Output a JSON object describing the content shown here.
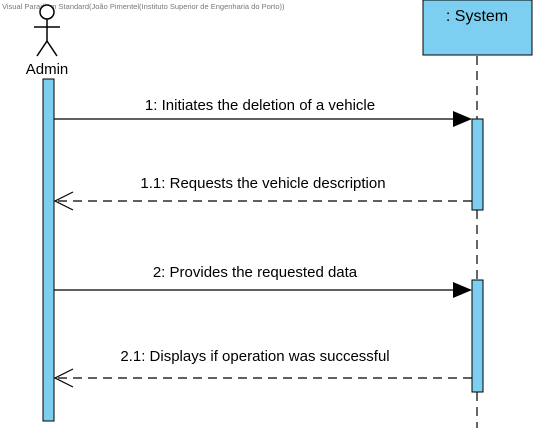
{
  "watermark": "Visual Paradigm Standard(João Pimentel(Instituto Superior de Engenharia do Porto))",
  "actor": {
    "name": "Admin",
    "icon": "stick-figure-icon"
  },
  "system": {
    "name": ": System"
  },
  "messages": [
    {
      "id": "1",
      "text": "1: Initiates the deletion of a vehicle",
      "kind": "sync-call",
      "from": "Admin",
      "to": ": System"
    },
    {
      "id": "1.1",
      "text": "1.1: Requests the vehicle description",
      "kind": "return",
      "from": ": System",
      "to": "Admin"
    },
    {
      "id": "2",
      "text": "2: Provides the requested data",
      "kind": "sync-call",
      "from": "Admin",
      "to": ": System"
    },
    {
      "id": "2.1",
      "text": "2.1: Displays if operation was successful",
      "kind": "return",
      "from": ": System",
      "to": "Admin"
    }
  ],
  "colors": {
    "lifeline_box": "#7dcff2",
    "activation": "#7dcff2",
    "stroke": "#000000",
    "watermark": "#777777"
  }
}
